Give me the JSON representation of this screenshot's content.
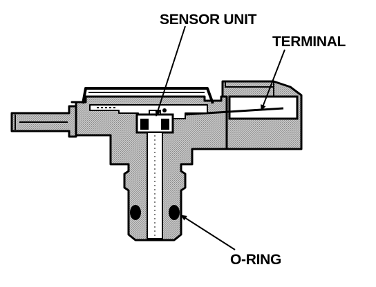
{
  "labels": {
    "sensor_unit": "SENSOR UNIT",
    "terminal": "TERMINAL",
    "o_ring": "O-RING"
  },
  "colors": {
    "ink": "#000000",
    "paper": "#ffffff",
    "shade": "#b8b8b8"
  }
}
